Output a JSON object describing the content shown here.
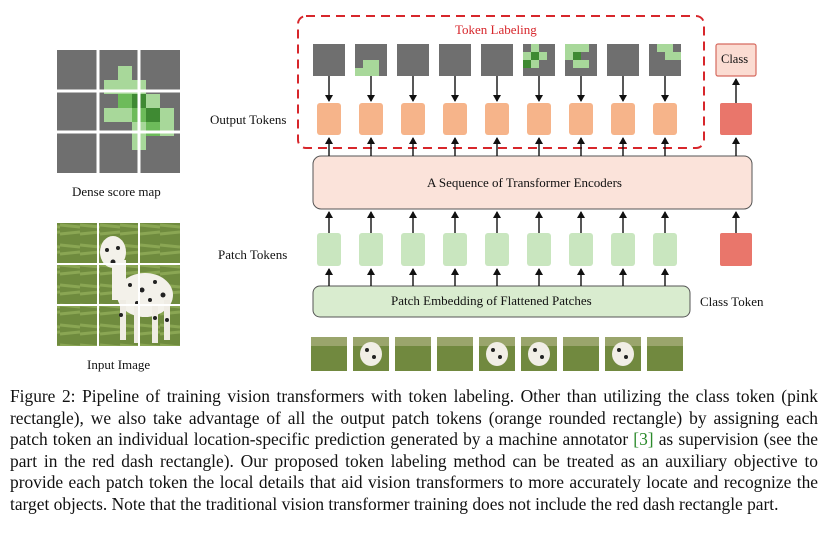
{
  "labels": {
    "token_labeling": "Token Labeling",
    "class_top": "Class",
    "output_tokens": "Output Tokens",
    "transformer": "A Sequence of Transformer Encoders",
    "patch_tokens": "Patch Tokens",
    "patch_embedding": "Patch Embedding of Flattened Patches",
    "class_token": "Class Token",
    "dense_score_map": "Dense score map",
    "input_image": "Input Image"
  },
  "caption": {
    "part1": "Figure 2: Pipeline of training vision transformers with token labeling. Other than utilizing the class token (pink rectangle), we also take advantage of all the output patch tokens (orange rounded rectangle) by assigning each patch token an individual location-specific prediction generated by a machine annotator ",
    "ref": "[3]",
    "part2": " as supervision (see the part in the red dash rectangle). Our proposed token labeling method can be treated as an auxiliary objective to provide each patch token the local details that aid vision transformers to more accurately locate and recognize the target objects. Note that the traditional vision transformer training does not include the red dash rectangle part."
  },
  "colors": {
    "gray_patch": "#6f6f6f",
    "green_light": "#a8d89a",
    "green_mid": "#6dbb5a",
    "green_dark": "#3f8a33",
    "orange_token": "#f6b48a",
    "green_token": "#c9e6bf",
    "class_token": "#e9766b",
    "encoder_fill": "#fbe3da",
    "embed_fill": "#d9eccf",
    "dash_red": "#d7262b"
  }
}
